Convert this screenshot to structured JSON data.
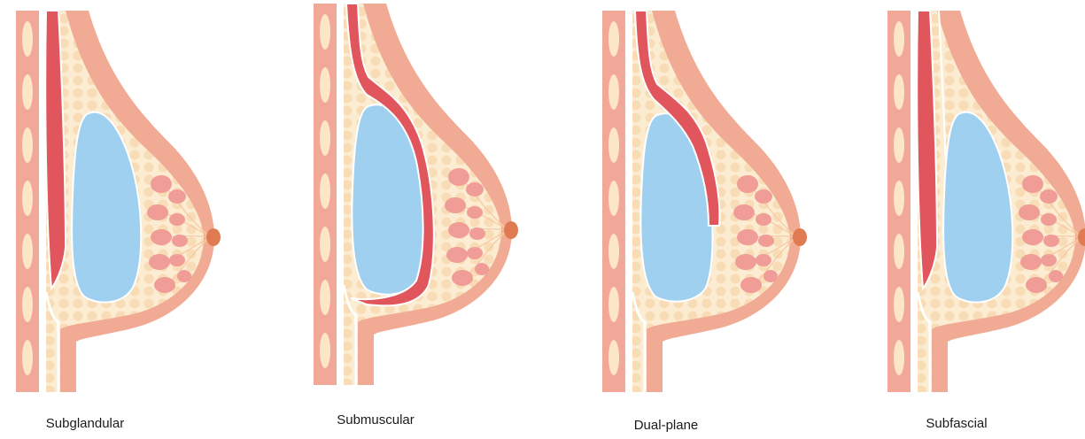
{
  "diagrams": [
    {
      "id": "subglandular",
      "label": "Subglandular"
    },
    {
      "id": "submuscular",
      "label": "Submuscular"
    },
    {
      "id": "dual-plane",
      "label": "Dual-plane"
    },
    {
      "id": "subfascial",
      "label": "Subfascial"
    }
  ],
  "colors": {
    "chest_wall": "#f2a898",
    "rib": "#fce6c6",
    "breast_tissue": "#fcecd2",
    "fat_circle": "#f7dcb6",
    "skin": "#f1aa93",
    "muscle": "#e1555d",
    "implant": "#9fd0ef",
    "gland": "#ef9d96",
    "nipple": "#e07a52",
    "outline": "#ffffff"
  }
}
